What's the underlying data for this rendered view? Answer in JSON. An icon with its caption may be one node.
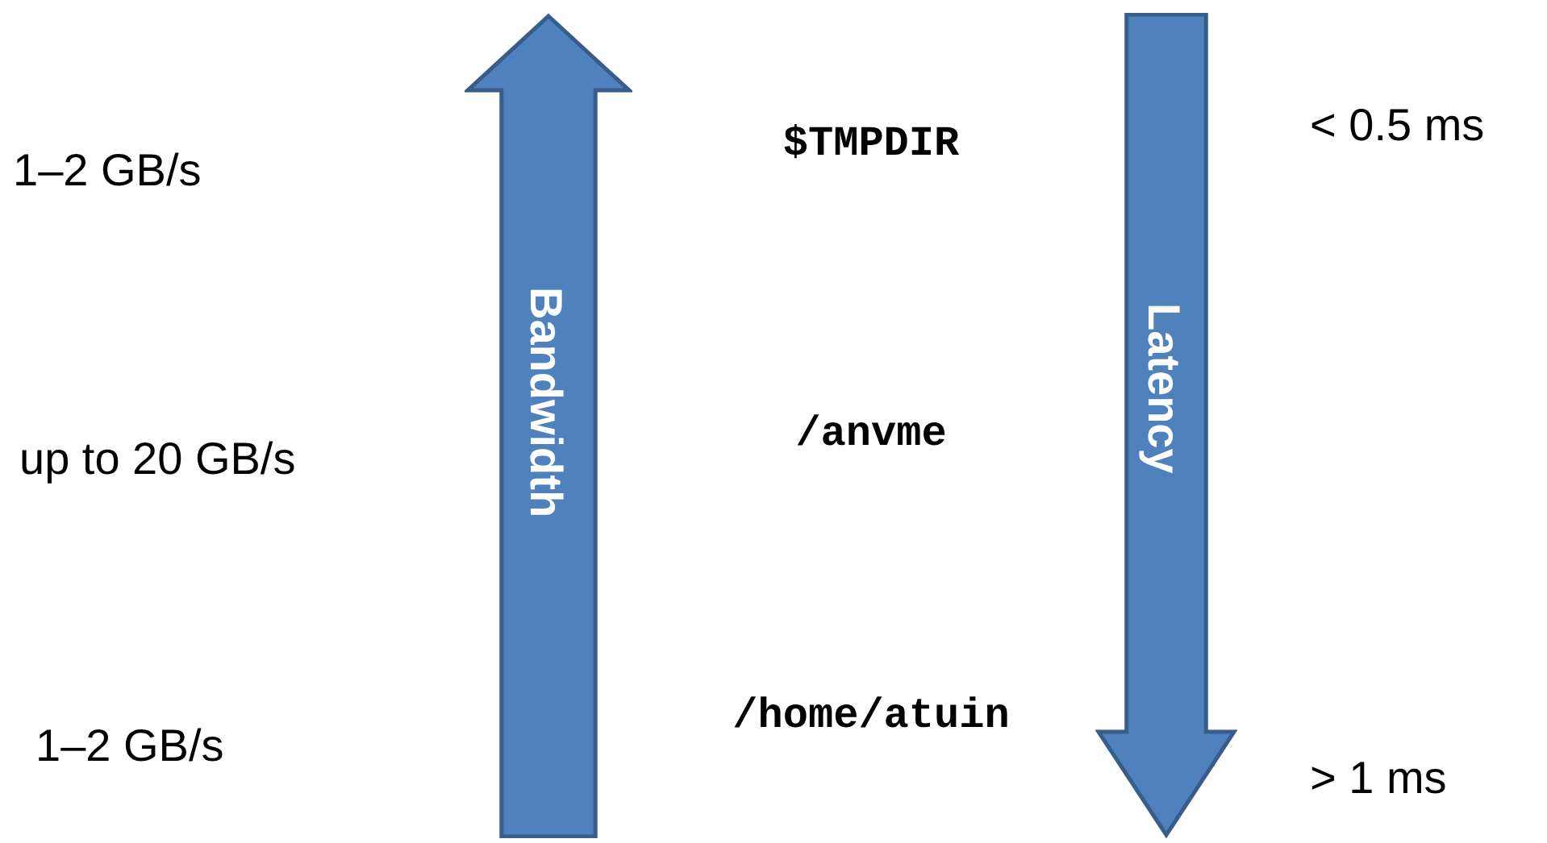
{
  "diagram": {
    "nodes": [
      {
        "text": [
          "Bandwidth"
        ]
      },
      {
        "text": [
          "Latency"
        ]
      }
    ],
    "labels": [
      "1–2 GB/s",
      "$TMPDIR",
      "< 0.5 ms",
      "up to 20 GB/s",
      "/anvme",
      "1–2 GB/s",
      "/home/atuin",
      "> 1 ms"
    ]
  }
}
